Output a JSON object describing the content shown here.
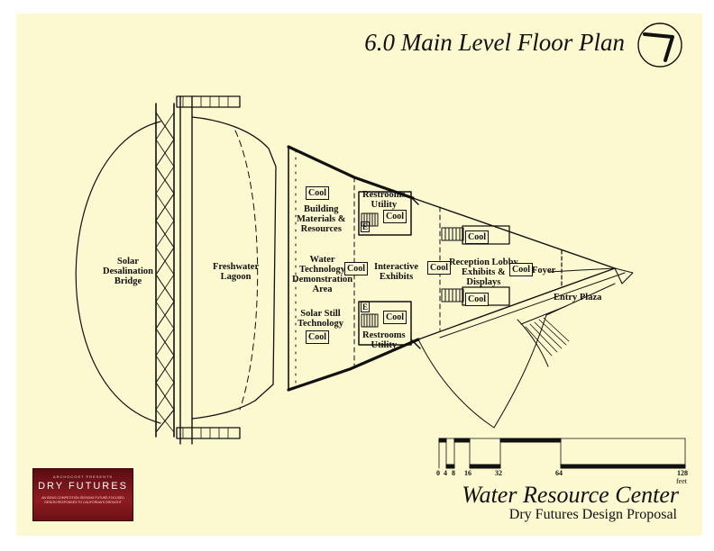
{
  "title": "6.0 Main Level Floor Plan",
  "project": {
    "name": "Water Resource Center",
    "subtitle": "Dry Futures Design Proposal"
  },
  "rooms": {
    "solar_bridge": [
      "Solar",
      "Desalination",
      "Bridge"
    ],
    "lagoon": [
      "Freshwater",
      "Lagoon"
    ],
    "building_materials": [
      "Building",
      "Materials &",
      "Resources"
    ],
    "water_tech": [
      "Water",
      "Technology",
      "Demonstration",
      "Area"
    ],
    "solar_still": [
      "Solar Still",
      "Technology"
    ],
    "restrooms_top": [
      "Restrooms",
      "Utility"
    ],
    "restrooms_bottom": [
      "Restrooms",
      "Utility"
    ],
    "interactive": [
      "Interactive",
      "Exhibits"
    ],
    "reception": [
      "Reception Lobby",
      "Exhibits &",
      "Displays"
    ],
    "foyer": "Foyer",
    "entry_plaza": "Entry Plaza"
  },
  "cool_label": "Cool",
  "elevator_label": "E",
  "scale": {
    "ticks": [
      "0",
      "4",
      "8",
      "16",
      "32",
      "64",
      "128"
    ],
    "unit": "feet"
  },
  "logo": {
    "presents": "ARCHOCOST PRESENTS",
    "name": "DRY FUTURES",
    "tagline": "AN IDEAS COMPETITION SEEKING FUTURE-FOCUSED DESIGN RESPONSES TO CALIFORNIA'S DROUGHT"
  },
  "colors": {
    "paper": "#fcf8cf",
    "ink": "#111111",
    "logo_red": "#8e1c22"
  },
  "icons": [
    "north-arrow-icon",
    "stair-icon"
  ]
}
